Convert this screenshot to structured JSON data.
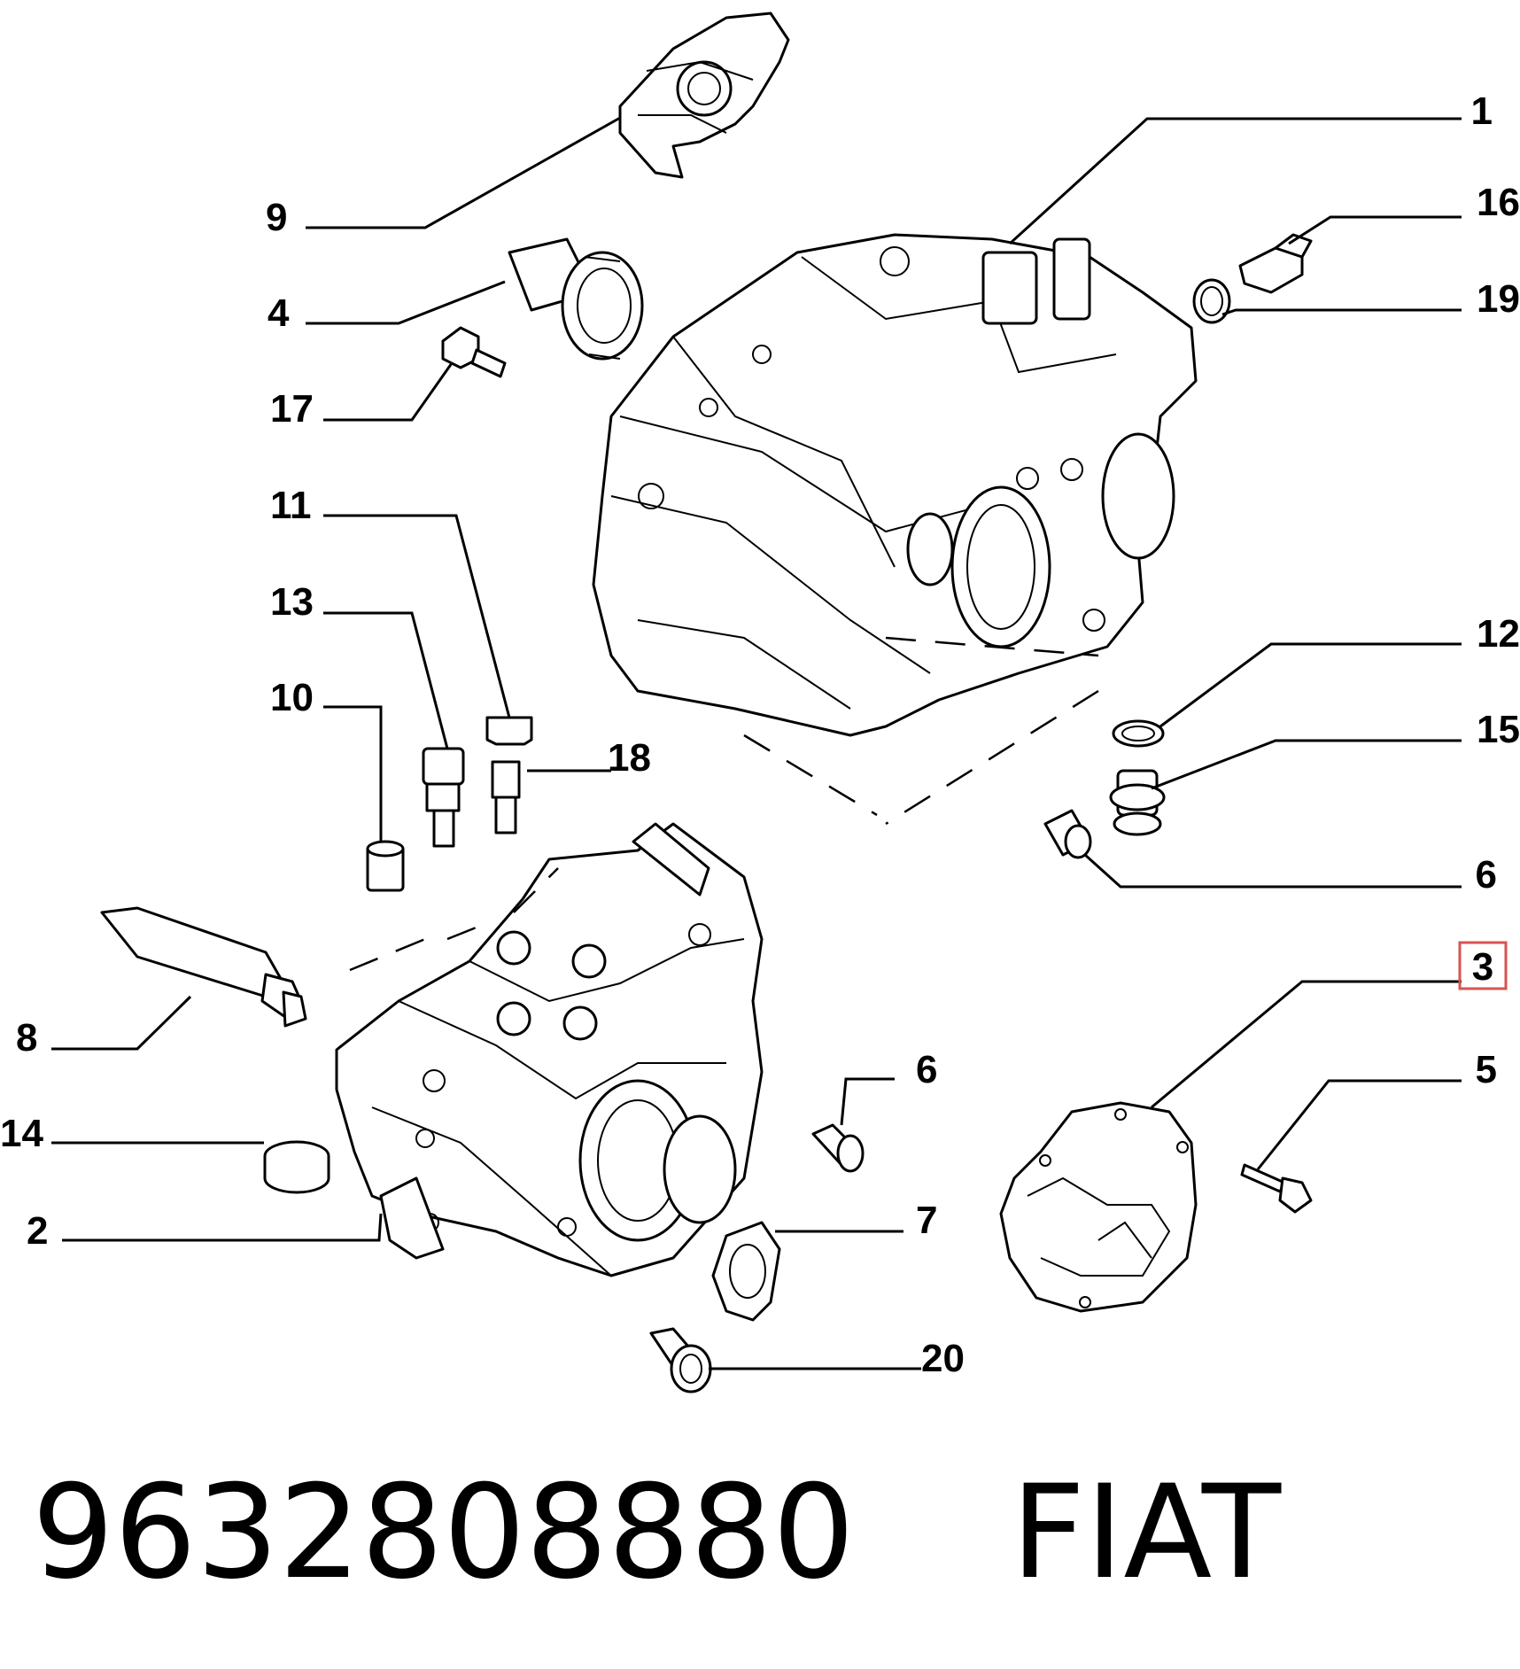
{
  "callouts": [
    {
      "id": "1",
      "text": "1"
    },
    {
      "id": "16",
      "text": "16"
    },
    {
      "id": "19",
      "text": "19"
    },
    {
      "id": "9",
      "text": "9"
    },
    {
      "id": "4",
      "text": "4"
    },
    {
      "id": "17",
      "text": "17"
    },
    {
      "id": "11",
      "text": "11"
    },
    {
      "id": "13",
      "text": "13"
    },
    {
      "id": "10",
      "text": "10"
    },
    {
      "id": "18",
      "text": "18"
    },
    {
      "id": "12",
      "text": "12"
    },
    {
      "id": "15",
      "text": "15"
    },
    {
      "id": "6a",
      "text": "6"
    },
    {
      "id": "3",
      "text": "3"
    },
    {
      "id": "8",
      "text": "8"
    },
    {
      "id": "6b",
      "text": "6"
    },
    {
      "id": "5",
      "text": "5"
    },
    {
      "id": "14",
      "text": "14"
    },
    {
      "id": "7",
      "text": "7"
    },
    {
      "id": "2",
      "text": "2"
    },
    {
      "id": "20",
      "text": "20"
    }
  ],
  "highlight": {
    "callout": "3",
    "color": "#d9534f"
  },
  "footer": {
    "part_number": "9632808880",
    "brand": "FIAT"
  }
}
